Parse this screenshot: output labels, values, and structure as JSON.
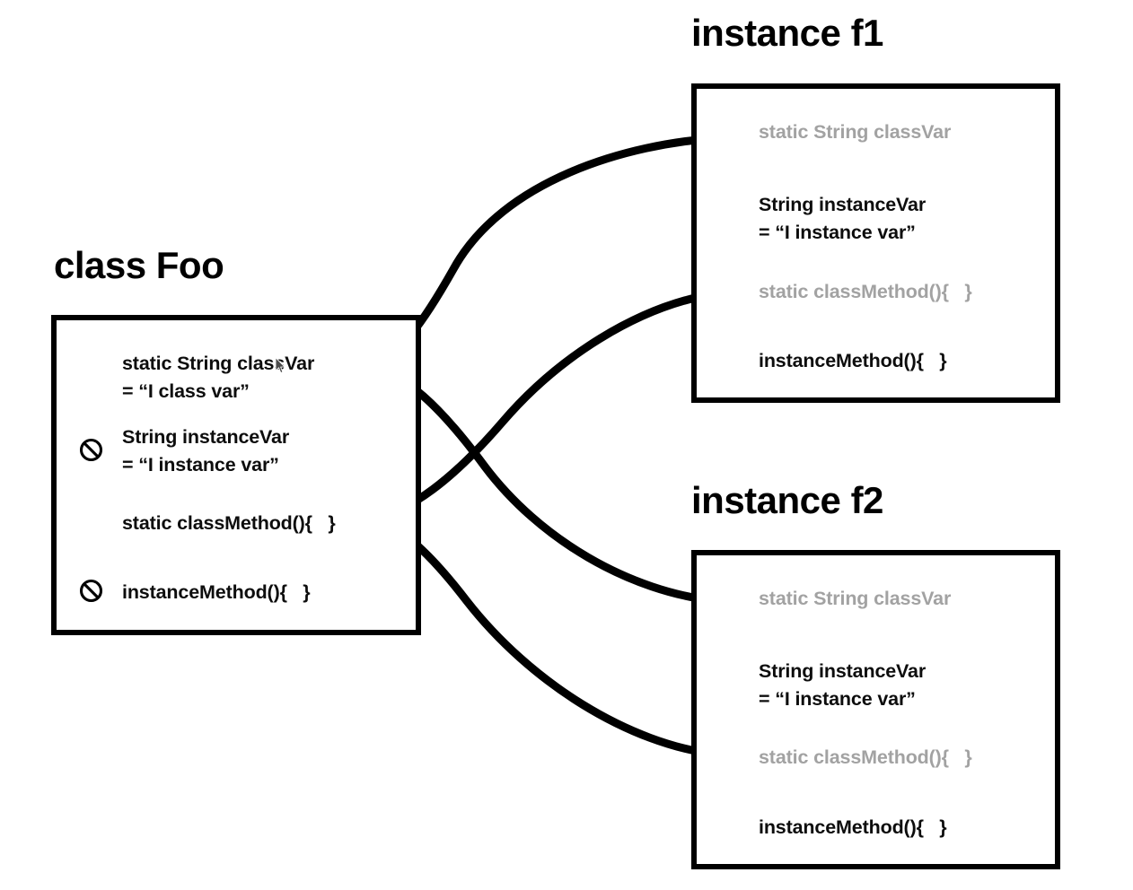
{
  "diagram": {
    "title_class": "class Foo",
    "title_f1": "instance f1",
    "title_f2": "instance f2",
    "colors": {
      "ink": "#000000",
      "dimmed_text": "#a2a2a2",
      "solid_text": "#0d0d0d",
      "background": "#ffffff"
    }
  },
  "class_box": {
    "name": "class Foo",
    "members": [
      {
        "text": "static String classVar\n= “I class var”",
        "style": "solid",
        "blocked": false,
        "kind": "static-field"
      },
      {
        "text": "String instanceVar\n= “I instance var”",
        "style": "solid",
        "blocked": true,
        "kind": "instance-field"
      },
      {
        "text": "static classMethod(){   }",
        "style": "solid",
        "blocked": false,
        "kind": "static-method"
      },
      {
        "text": "instanceMethod(){   }",
        "style": "solid",
        "blocked": true,
        "kind": "instance-method"
      }
    ]
  },
  "instance_f1": {
    "name": "instance f1",
    "members": [
      {
        "text": "static String classVar",
        "style": "dim",
        "linked": true,
        "kind": "static-field"
      },
      {
        "text": "String instanceVar\n= “I instance var”",
        "style": "solid",
        "linked": false,
        "kind": "instance-field"
      },
      {
        "text": "static classMethod(){   }",
        "style": "dim",
        "linked": true,
        "kind": "static-method"
      },
      {
        "text": "instanceMethod(){   }",
        "style": "solid",
        "linked": false,
        "kind": "instance-method"
      }
    ]
  },
  "instance_f2": {
    "name": "instance f2",
    "members": [
      {
        "text": "static String classVar",
        "style": "dim",
        "linked": true,
        "kind": "static-field"
      },
      {
        "text": "String instanceVar\n= “I instance var”",
        "style": "solid",
        "linked": false,
        "kind": "instance-field"
      },
      {
        "text": "static classMethod(){   }",
        "style": "dim",
        "linked": true,
        "kind": "static-method"
      },
      {
        "text": "instanceMethod(){   }",
        "style": "solid",
        "linked": false,
        "kind": "instance-method"
      }
    ]
  },
  "connectors": [
    {
      "from": "f1.static-field",
      "to": "class.static-field",
      "note": "f1 classVar resolves to class static field"
    },
    {
      "from": "f1.static-method",
      "to": "class.static-method",
      "note": "f1 classMethod resolves to class static method"
    },
    {
      "from": "f2.static-field",
      "to": "class.static-field",
      "note": "f2 classVar resolves to class static field"
    },
    {
      "from": "f2.static-method",
      "to": "class.static-method",
      "note": "f2 classMethod resolves to class static method"
    }
  ],
  "icons": {
    "no_access": "prohibited-icon",
    "cursor": "mouse-pointer-icon",
    "link_dot": "connector-dot-icon",
    "arrow": "arrowhead-icon"
  }
}
